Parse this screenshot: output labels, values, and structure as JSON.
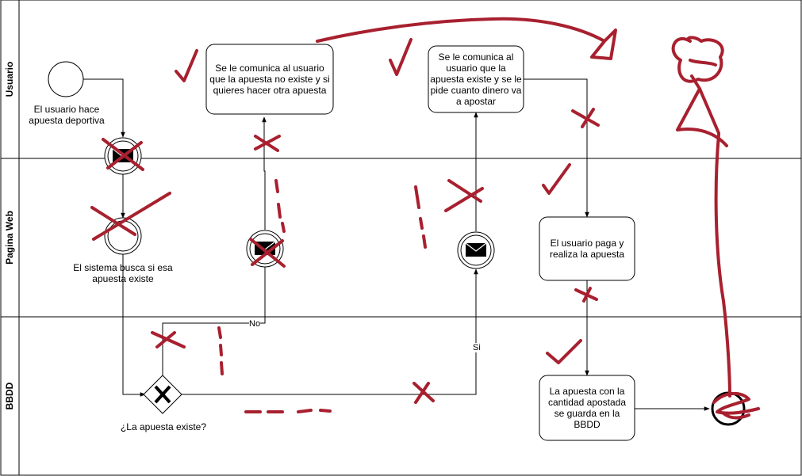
{
  "lanes": [
    {
      "id": "usuario",
      "title": "Usuario"
    },
    {
      "id": "web",
      "title": "Pagina Web"
    },
    {
      "id": "bbdd",
      "title": "BBDD"
    }
  ],
  "nodes": {
    "start_label": "El usuario hace apuesta deportiva",
    "search_label": "El sistema busca si esa apuesta existe",
    "gateway_label": "¿La apuesta existe?",
    "task_not_exists": "Se le comunica al usuario que la apuesta no existe y si quieres hacer otra apuesta",
    "task_exists": "Se le comunica al usuario que la apuesta existe y se le pide cuanto dinero va a apostar",
    "task_pay": "El usuario paga y realiza la apuesta",
    "task_save": "La apuesta con la cantidad apostada se guarda en la BBDD"
  },
  "edges": {
    "no_label": "No",
    "si_label": "Si"
  },
  "colors": {
    "annotation": "#a8202f",
    "stroke": "#000000"
  }
}
